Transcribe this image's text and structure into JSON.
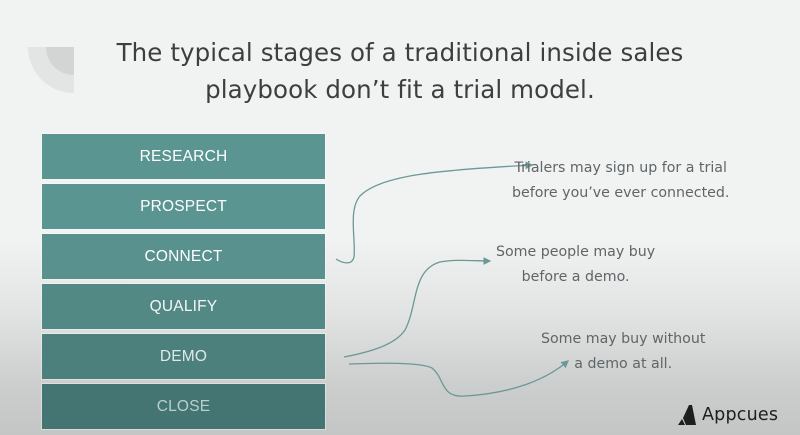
{
  "slide": {
    "title_lines": [
      "The typical stages of a traditional inside sales",
      "playbook don’t fit a trial model."
    ],
    "stages": [
      {
        "label": "RESEARCH",
        "bg": "#5a9591",
        "fg": "#ffffff"
      },
      {
        "label": "PROSPECT",
        "bg": "#5a9591",
        "fg": "#ffffff"
      },
      {
        "label": "CONNECT",
        "bg": "#58918d",
        "fg": "#ffffff"
      },
      {
        "label": "QUALIFY",
        "bg": "#528985",
        "fg": "#f4f6f6"
      },
      {
        "label": "DEMO",
        "bg": "#4c807c",
        "fg": "#dfe9e8"
      },
      {
        "label": "CLOSE",
        "bg": "#457572",
        "fg": "#b9d0ce"
      }
    ],
    "annotations": [
      {
        "lines": [
          "Trialers may sign up for a trial",
          "before you’ve ever connected."
        ]
      },
      {
        "lines": [
          "Some people may buy",
          "before a demo."
        ]
      },
      {
        "lines": [
          "Some may buy without",
          "a demo at all."
        ]
      }
    ],
    "arrow_color": "#6c9896",
    "logo": {
      "text": "Appcues",
      "icon": "appcues-logo-icon"
    }
  }
}
